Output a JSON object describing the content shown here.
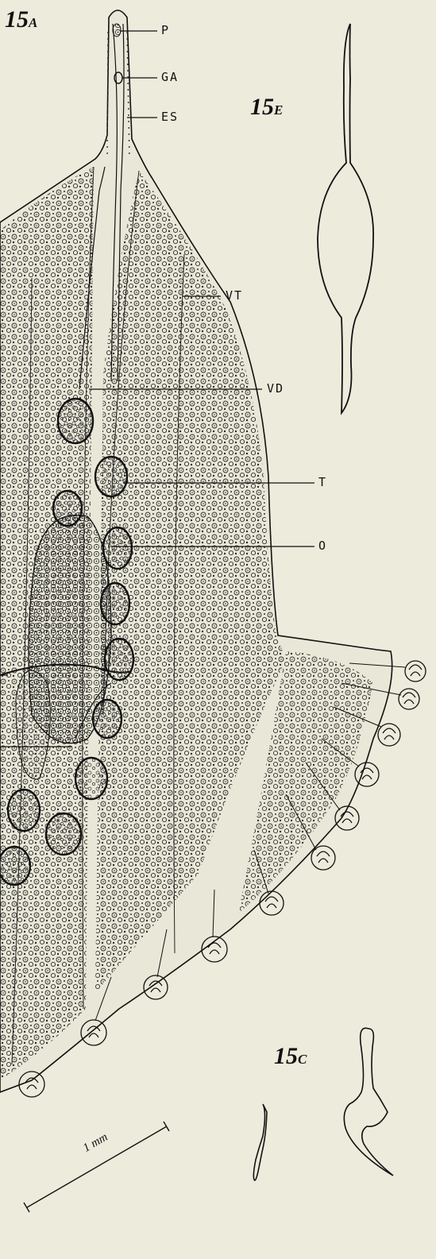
{
  "figure_labels": {
    "a": {
      "num": "15",
      "letter": "A"
    },
    "e": {
      "num": "15",
      "letter": "E"
    },
    "c": {
      "num": "15",
      "letter": "C"
    }
  },
  "callouts": {
    "p": "P",
    "ga": "GA",
    "es": "ES",
    "vt": "VT",
    "vd": "VD",
    "t": "T",
    "o": "O"
  },
  "scale_bar": {
    "label": "1 mm"
  }
}
